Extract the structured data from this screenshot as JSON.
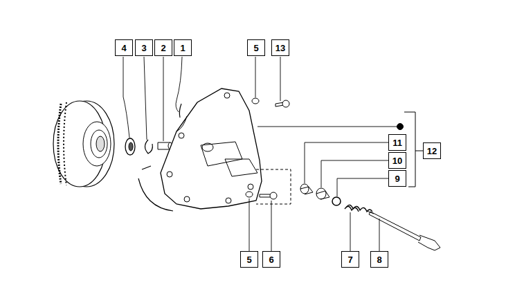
{
  "diagram": {
    "nodes": [
      {
        "text": [
          "4"
        ]
      },
      {
        "text": [
          "3"
        ]
      },
      {
        "text": [
          "2"
        ]
      },
      {
        "text": [
          "1"
        ]
      },
      {
        "text": [
          "5"
        ]
      },
      {
        "text": [
          "13"
        ]
      },
      {
        "text": [
          "11"
        ]
      },
      {
        "text": [
          "12"
        ]
      },
      {
        "text": [
          "10"
        ]
      },
      {
        "text": [
          "9"
        ]
      },
      {
        "text": [
          "5"
        ]
      },
      {
        "text": [
          "6"
        ]
      },
      {
        "text": [
          "7"
        ]
      },
      {
        "text": [
          "8"
        ]
      }
    ],
    "edges": []
  }
}
